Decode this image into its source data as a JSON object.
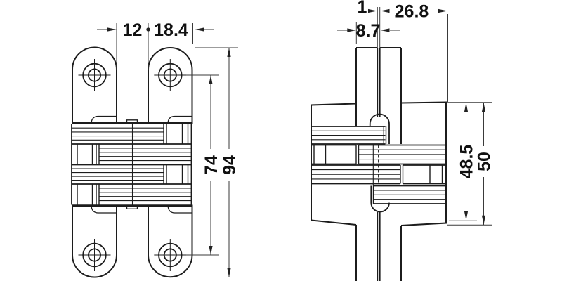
{
  "figure": {
    "type": "technical-drawing",
    "subject": "Concealed mortise hinge - front elevation (left) and installed cross-section (right)"
  },
  "front_view": {
    "dim_lobe_gap": "12",
    "dim_lobe_width": "18.4",
    "dim_screw_spacing": "74",
    "dim_total_length": "94"
  },
  "section_view": {
    "dim_panel_gap": "1",
    "dim_mortise_depth": "26.8",
    "dim_leaf_offset": "8.7",
    "dim_body_length": "48.5",
    "dim_cutout_length": "50"
  },
  "colors": {
    "line": "#1c1c1c",
    "dim_line": "#3a3a3a",
    "text": "#111111",
    "background": "#ffffff"
  }
}
